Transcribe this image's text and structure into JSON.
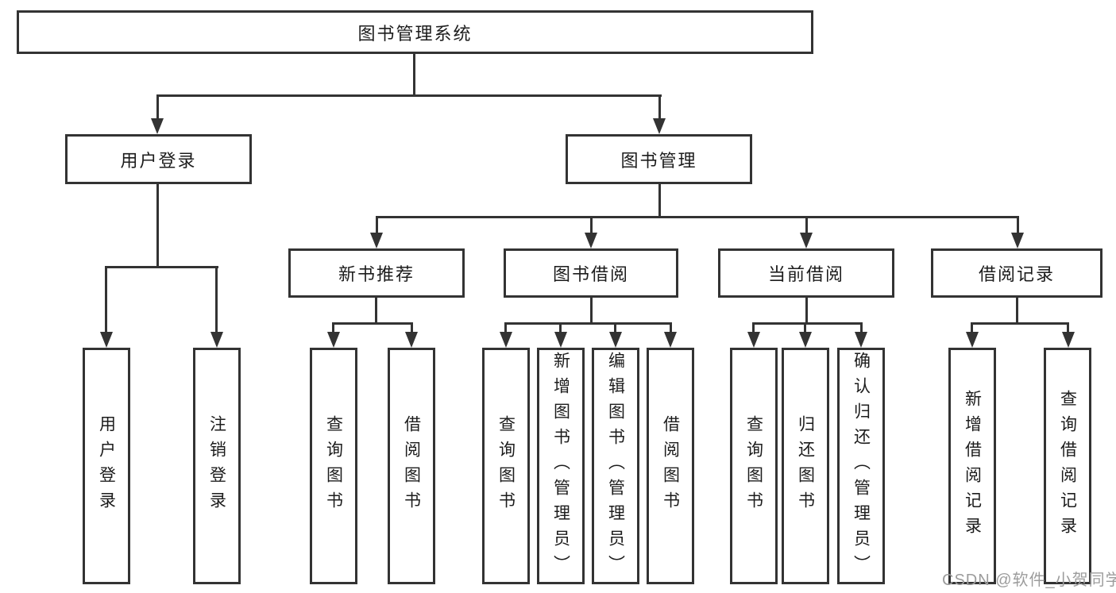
{
  "root": {
    "label": "图书管理系统"
  },
  "level2": {
    "login": {
      "label": "用户登录"
    },
    "manage": {
      "label": "图书管理"
    }
  },
  "level3": {
    "recommend": {
      "label": "新书推荐"
    },
    "borrow": {
      "label": "图书借阅"
    },
    "current": {
      "label": "当前借阅"
    },
    "records": {
      "label": "借阅记录"
    }
  },
  "leaves": {
    "login": [
      {
        "label": "用户登录"
      },
      {
        "label": "注销登录"
      }
    ],
    "recommend": [
      {
        "label": "查询图书"
      },
      {
        "label": "借阅图书"
      }
    ],
    "borrow": [
      {
        "label": "查询图书"
      },
      {
        "label": "新增图书（管理员）"
      },
      {
        "label": "编辑图书（管理员）"
      },
      {
        "label": "借阅图书"
      }
    ],
    "current": [
      {
        "label": "查询图书"
      },
      {
        "label": "归还图书"
      },
      {
        "label": "确认归还（管理员）"
      }
    ],
    "records": [
      {
        "label": "新增借阅记录"
      },
      {
        "label": "查询借阅记录"
      }
    ]
  },
  "watermark": "CSDN @软件_小贺同学",
  "colors": {
    "line": "#333333",
    "text": "#1c1c1c",
    "watermark": "#9c9c9c"
  }
}
